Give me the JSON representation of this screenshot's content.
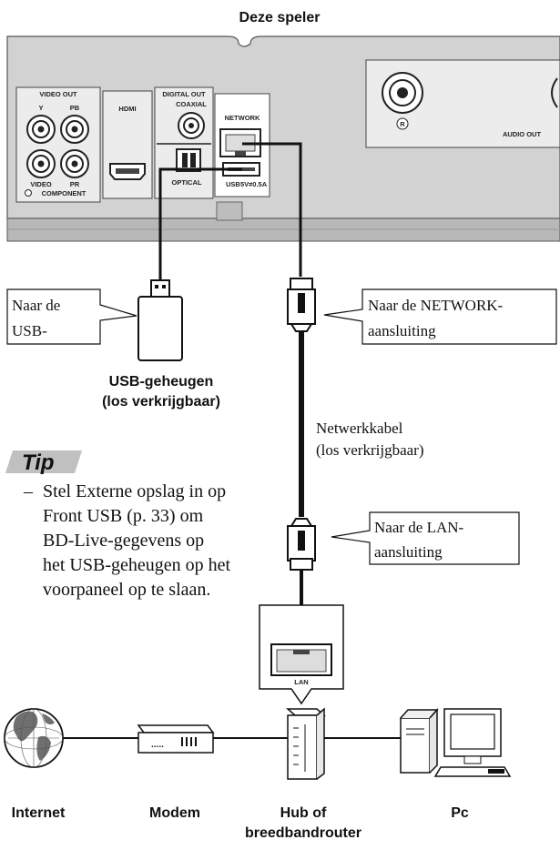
{
  "player_title": "Deze speler",
  "panel_labels": {
    "video_out": "VIDEO OUT",
    "y": "Y",
    "pb": "PB",
    "pr": "PR",
    "video": "VIDEO",
    "component": "COMPONENT",
    "hdmi": "HDMI",
    "digital_out": "DIGITAL OUT",
    "coaxial": "COAXIAL",
    "optical": "OPTICAL",
    "network": "NETWORK",
    "usb": "USB",
    "usb_rating": "5V≠0.5A",
    "r": "R",
    "audio_out": "AUDIO OUT"
  },
  "callouts": {
    "usb_port_line1": "Naar de",
    "usb_port_line2": "USB-",
    "network_line1": "Naar de NETWORK-",
    "network_line2": "aansluiting",
    "lan_line1": "Naar de LAN-",
    "lan_line2": "aansluiting"
  },
  "usb_memory": {
    "line1": "USB-geheugen",
    "line2": "(los verkrijgbaar)"
  },
  "network_cable": {
    "line1": "Netwerkkabel",
    "line2": "(los verkrijgbaar)"
  },
  "tip": {
    "heading": "Tip",
    "dash": "–",
    "lines": [
      "Stel Externe opslag in op",
      "Front USB (p. 33) om",
      "BD-Live-gegevens op",
      "het USB-geheugen op het",
      "voorpaneel op te slaan."
    ]
  },
  "lan_port_label": "LAN",
  "devices": {
    "internet": "Internet",
    "modem": "Modem",
    "hub_line1": "Hub of",
    "hub_line2": "breedbandrouter",
    "pc": "Pc"
  },
  "colors": {
    "panel": "#d2d2d2",
    "panel_dark": "#8c8c8c",
    "cable": "#111111",
    "globe_land": "#6f6f6f"
  }
}
